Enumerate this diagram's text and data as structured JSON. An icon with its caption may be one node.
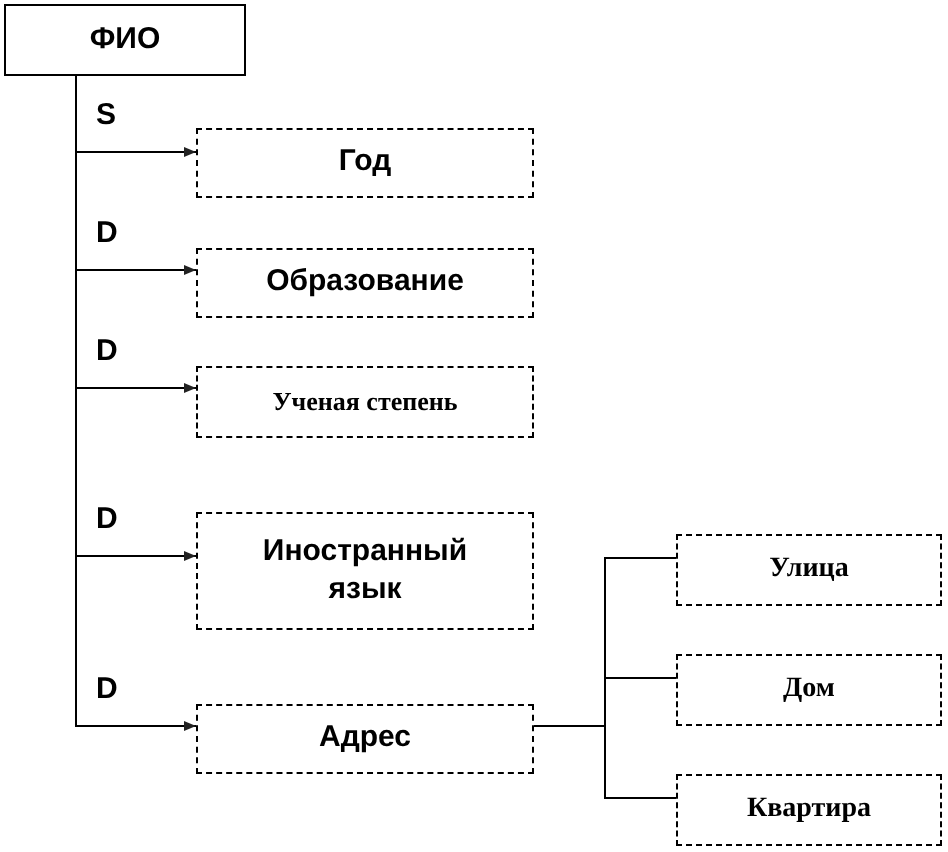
{
  "diagram": {
    "nodes": [
      {
        "text": [
          "ФИО"
        ]
      },
      {
        "text": [
          "Год"
        ]
      },
      {
        "text": [
          "Образование"
        ]
      },
      {
        "text": [
          "Ученая степень"
        ]
      },
      {
        "text": [
          "Иностранный язык"
        ]
      },
      {
        "text": [
          "Адрес"
        ]
      },
      {
        "text": [
          "Улица"
        ]
      },
      {
        "text": [
          "Дом"
        ]
      },
      {
        "text": [
          "Квартира"
        ]
      }
    ],
    "edges": [
      {
        "from": 0,
        "to": 1,
        "arrow": "to",
        "label": "S"
      },
      {
        "from": 0,
        "to": 2,
        "arrow": "to",
        "label": "D"
      },
      {
        "from": 0,
        "to": 3,
        "arrow": "to",
        "label": "D"
      },
      {
        "from": 0,
        "to": 4,
        "arrow": "to",
        "label": "D"
      },
      {
        "from": 0,
        "to": 5,
        "arrow": "to",
        "label": "D"
      },
      {
        "from": 5,
        "to": 6,
        "arrow": "none"
      },
      {
        "from": 5,
        "to": 7,
        "arrow": "none"
      },
      {
        "from": 5,
        "to": 8,
        "arrow": "none"
      }
    ]
  }
}
